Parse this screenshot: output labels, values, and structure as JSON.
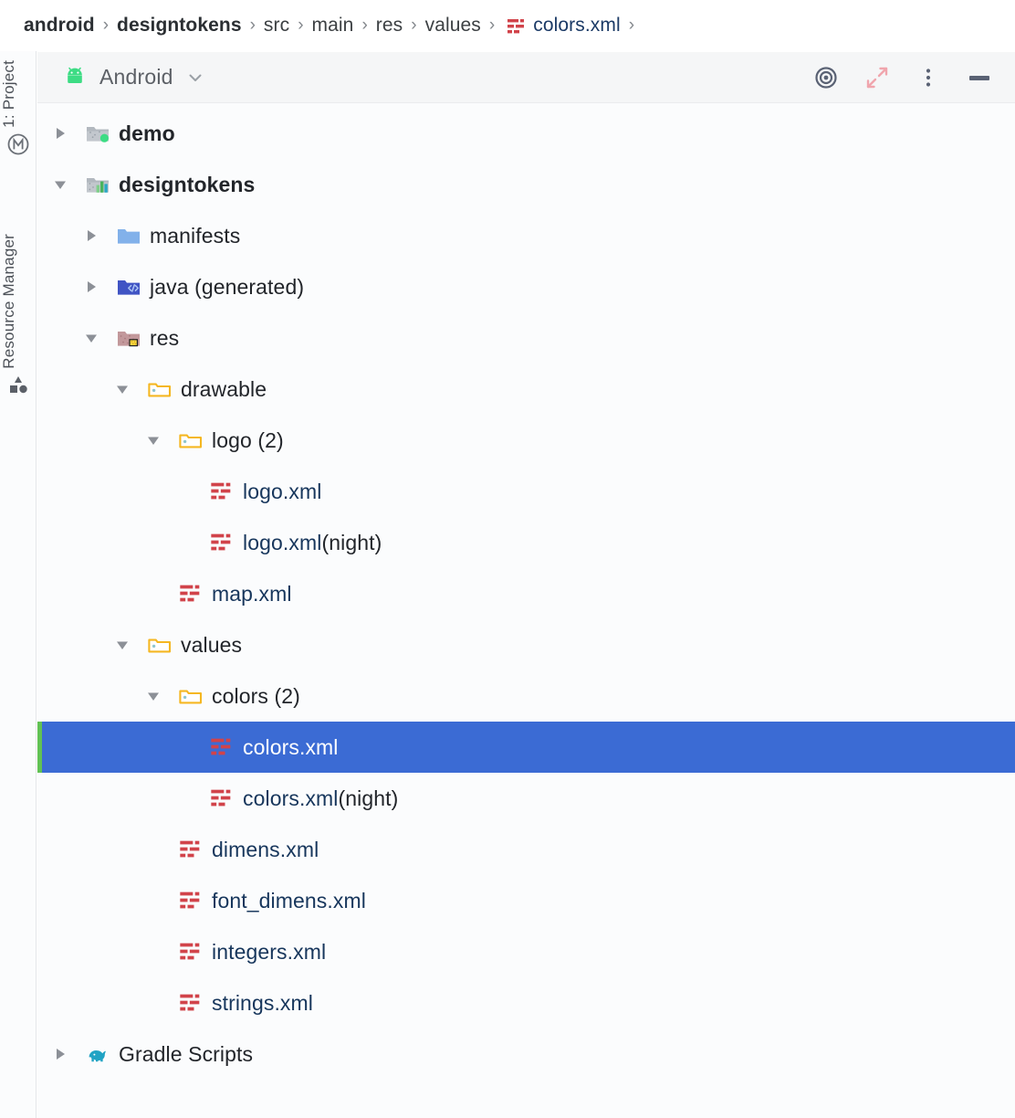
{
  "breadcrumb": {
    "name": "breadcrumb",
    "separator": "›",
    "items": [
      {
        "label": "android",
        "bold": true,
        "kind": "module"
      },
      {
        "label": "designtokens",
        "bold": true,
        "kind": "module"
      },
      {
        "label": "src",
        "bold": false,
        "kind": "dir"
      },
      {
        "label": "main",
        "bold": false,
        "kind": "dir"
      },
      {
        "label": "res",
        "bold": false,
        "kind": "dir"
      },
      {
        "label": "values",
        "bold": false,
        "kind": "dir"
      },
      {
        "label": "colors.xml",
        "bold": false,
        "kind": "xml-file",
        "icon": "xml-file-icon"
      }
    ],
    "trailing_separator": "›"
  },
  "rail": {
    "groups": [
      {
        "label": "1: Project",
        "icon": "project-tool-icon",
        "active": true
      },
      {
        "label": "Resource Manager",
        "icon": "resource-manager-icon",
        "active": false
      }
    ]
  },
  "tool_window": {
    "title": "Android",
    "title_icon": "android-robot-icon",
    "dropdown_icon": "chevron-down-icon",
    "actions": [
      {
        "name": "select-opened-file-button",
        "icon": "target-icon",
        "tooltip": "Select Opened File"
      },
      {
        "name": "collapse-all-button",
        "icon": "collapse-all-icon",
        "tooltip": "Collapse All"
      },
      {
        "name": "options-menu-button",
        "icon": "more-vertical-icon",
        "tooltip": "Options"
      },
      {
        "name": "hide-button",
        "icon": "minimize-icon",
        "tooltip": "Hide"
      }
    ]
  },
  "tree": {
    "rows": [
      {
        "label": "demo",
        "depth": 0,
        "twisty": "collapsed",
        "icon": "module-folder-icon",
        "bold": true,
        "selected": false
      },
      {
        "label": "designtokens",
        "depth": 0,
        "twisty": "expanded",
        "icon": "library-module-icon",
        "bold": true,
        "selected": false
      },
      {
        "label": "manifests",
        "depth": 1,
        "twisty": "collapsed",
        "icon": "blue-folder-icon",
        "bold": false,
        "selected": false
      },
      {
        "label": "java (generated)",
        "depth": 1,
        "twisty": "collapsed",
        "icon": "java-generated-folder-icon",
        "bold": false,
        "selected": false
      },
      {
        "label": "res",
        "depth": 1,
        "twisty": "expanded",
        "icon": "res-folder-icon",
        "bold": false,
        "selected": false
      },
      {
        "label": "drawable",
        "depth": 2,
        "twisty": "expanded",
        "icon": "resource-folder-icon",
        "bold": false,
        "selected": false
      },
      {
        "label": "logo (2)",
        "depth": 3,
        "twisty": "expanded",
        "icon": "resource-folder-icon",
        "bold": false,
        "selected": false
      },
      {
        "label": "logo.xml",
        "depth": 4,
        "twisty": "none",
        "icon": "xml-file-icon",
        "bold": false,
        "selected": false
      },
      {
        "label": "logo.xml",
        "qualifier": " (night)",
        "depth": 4,
        "twisty": "none",
        "icon": "xml-file-icon",
        "bold": false,
        "selected": false
      },
      {
        "label": "map.xml",
        "depth": 3,
        "twisty": "none",
        "icon": "xml-file-icon",
        "bold": false,
        "selected": false
      },
      {
        "label": "values",
        "depth": 2,
        "twisty": "expanded",
        "icon": "resource-folder-icon",
        "bold": false,
        "selected": false
      },
      {
        "label": "colors (2)",
        "depth": 3,
        "twisty": "expanded",
        "icon": "resource-folder-icon",
        "bold": false,
        "selected": false
      },
      {
        "label": "colors.xml",
        "depth": 4,
        "twisty": "none",
        "icon": "xml-file-icon",
        "bold": false,
        "selected": true
      },
      {
        "label": "colors.xml",
        "qualifier": " (night)",
        "depth": 4,
        "twisty": "none",
        "icon": "xml-file-icon",
        "bold": false,
        "selected": false
      },
      {
        "label": "dimens.xml",
        "depth": 3,
        "twisty": "none",
        "icon": "xml-file-icon",
        "bold": false,
        "selected": false
      },
      {
        "label": "font_dimens.xml",
        "depth": 3,
        "twisty": "none",
        "icon": "xml-file-icon",
        "bold": false,
        "selected": false
      },
      {
        "label": "integers.xml",
        "depth": 3,
        "twisty": "none",
        "icon": "xml-file-icon",
        "bold": false,
        "selected": false
      },
      {
        "label": "strings.xml",
        "depth": 3,
        "twisty": "none",
        "icon": "xml-file-icon",
        "bold": false,
        "selected": false
      },
      {
        "label": "Gradle Scripts",
        "depth": 0,
        "twisty": "collapsed",
        "icon": "gradle-elephant-icon",
        "bold": false,
        "selected": false
      }
    ]
  },
  "colors": {
    "selection_background": "#3b6bd4",
    "selection_accent": "#62c254",
    "selection_text": "#ffffff",
    "xml_icon": "#d1434a",
    "xml_file_text": "#17365c",
    "resource_folder": "#f5b722",
    "android_green": "#3ddc84",
    "gradle_teal": "#21a3c4",
    "panel_background": "#fbfcfd",
    "header_background": "#f5f6f7"
  }
}
